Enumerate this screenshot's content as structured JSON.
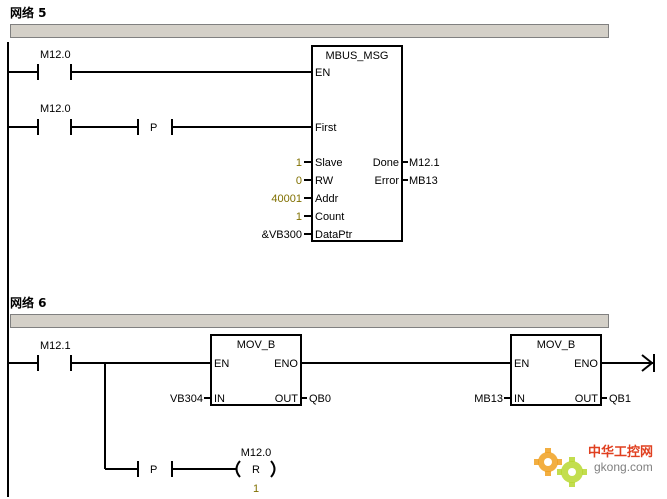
{
  "network5": {
    "title": "网络 5",
    "rung1_contact": "M12.0",
    "rung2_contact": "M12.0",
    "pos_edge": "P",
    "block": {
      "name": "MBUS_MSG",
      "en": "EN",
      "first": "First",
      "slave": "Slave",
      "rw": "RW",
      "addr": "Addr",
      "count": "Count",
      "dataptr": "DataPtr",
      "done": "Done",
      "error": "Error"
    },
    "inputs": {
      "slave": "1",
      "rw": "0",
      "addr": "40001",
      "count": "1",
      "dataptr": "&VB300"
    },
    "outputs": {
      "done": "M12.1",
      "error": "MB13"
    }
  },
  "network6": {
    "title": "网络 6",
    "contact": "M12.1",
    "pos_edge": "P",
    "mov1": {
      "name": "MOV_B",
      "en": "EN",
      "eno": "ENO",
      "in": "IN",
      "out": "OUT",
      "in_val": "VB304",
      "out_val": "QB0"
    },
    "mov2": {
      "name": "MOV_B",
      "en": "EN",
      "eno": "ENO",
      "in": "IN",
      "out": "OUT",
      "in_val": "MB13",
      "out_val": "QB1"
    },
    "coil": {
      "operand": "M12.0",
      "type": "R",
      "count": "1"
    }
  },
  "watermark": {
    "brand": "中华工控网",
    "url": "gkong.com"
  },
  "colors": {
    "literal": "#807000",
    "line": "#000000",
    "bar": "#d4d0c8"
  }
}
